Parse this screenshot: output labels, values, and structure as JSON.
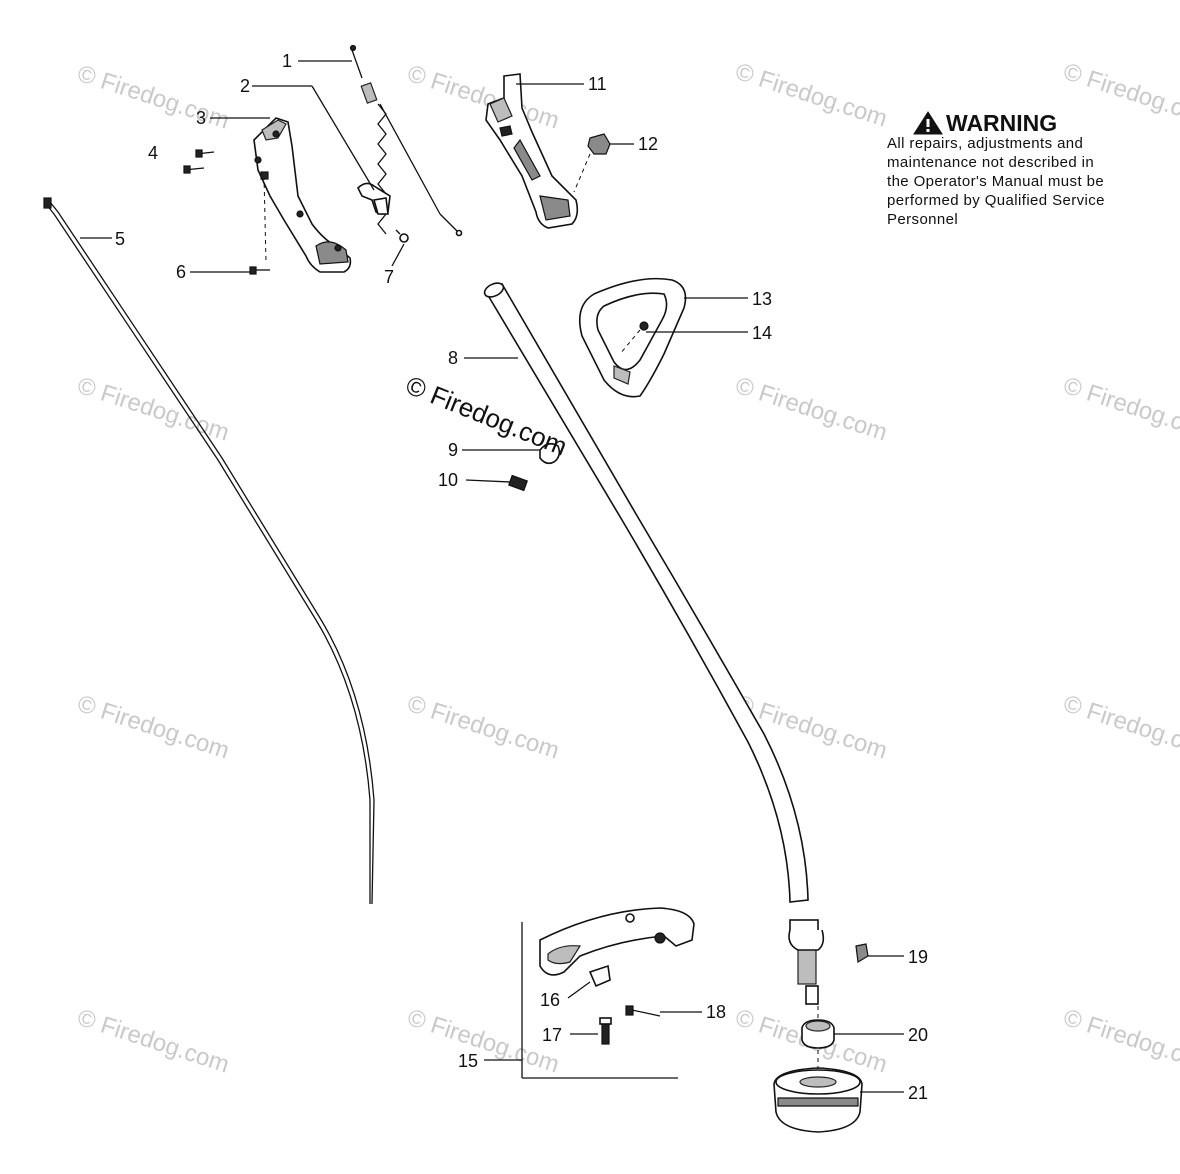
{
  "watermark": {
    "text": "© Firedog.com",
    "center_text": "© Firedog.com"
  },
  "warning": {
    "title": "WARNING",
    "lines": [
      "All repairs, adjustments and",
      "maintenance not described in",
      "the Operator's Manual must be",
      "performed by Qualified Service",
      "Personnel"
    ]
  },
  "callouts": [
    "1",
    "2",
    "3",
    "4",
    "5",
    "6",
    "7",
    "8",
    "9",
    "10",
    "11",
    "12",
    "13",
    "14",
    "15",
    "16",
    "17",
    "18",
    "19",
    "20",
    "21"
  ],
  "colors": {
    "ink": "#111111",
    "watermark": "#c9c9c9",
    "background": "#ffffff"
  }
}
